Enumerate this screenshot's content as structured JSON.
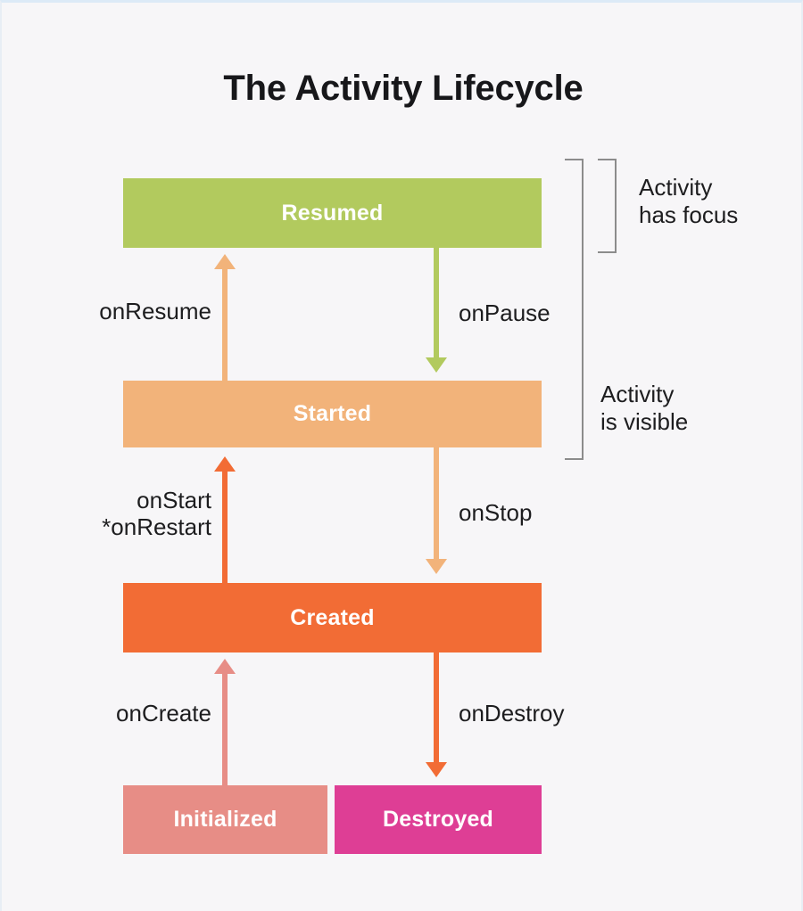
{
  "diagram": {
    "title": "The Activity Lifecycle",
    "background_color": "#f7f6f8",
    "states": [
      {
        "id": "resumed",
        "label": "Resumed",
        "color": "#b2ca5e"
      },
      {
        "id": "started",
        "label": "Started",
        "color": "#f2b37a"
      },
      {
        "id": "created",
        "label": "Created",
        "color": "#f26c35"
      },
      {
        "id": "initialized",
        "label": "Initialized",
        "color": "#e78d86"
      },
      {
        "id": "destroyed",
        "label": "Destroyed",
        "color": "#de3e95"
      }
    ],
    "transitions": [
      {
        "id": "onresume",
        "label": "onResume",
        "from": "Started",
        "to": "Resumed",
        "direction": "up",
        "color": "#f2b37a"
      },
      {
        "id": "onpause",
        "label": "onPause",
        "from": "Resumed",
        "to": "Started",
        "direction": "down",
        "color": "#b2ca5e"
      },
      {
        "id": "onstart",
        "label": "onStart\n*onRestart",
        "from": "Created",
        "to": "Started",
        "direction": "up",
        "color": "#f26c35"
      },
      {
        "id": "onstop",
        "label": "onStop",
        "from": "Started",
        "to": "Created",
        "direction": "down",
        "color": "#f2b37a"
      },
      {
        "id": "oncreate",
        "label": "onCreate",
        "from": "Initialized",
        "to": "Created",
        "direction": "up",
        "color": "#e78d86"
      },
      {
        "id": "ondestroy",
        "label": "onDestroy",
        "from": "Created",
        "to": "Destroyed",
        "direction": "down",
        "color": "#f26c35"
      }
    ],
    "scopes": [
      {
        "id": "focus",
        "label": "Activity\nhas focus",
        "covers": [
          "Resumed"
        ],
        "bracket_color": "#8c8c8c"
      },
      {
        "id": "visible",
        "label": "Activity\nis visible",
        "covers": [
          "Resumed",
          "Started"
        ],
        "bracket_color": "#8c8c8c"
      }
    ]
  }
}
